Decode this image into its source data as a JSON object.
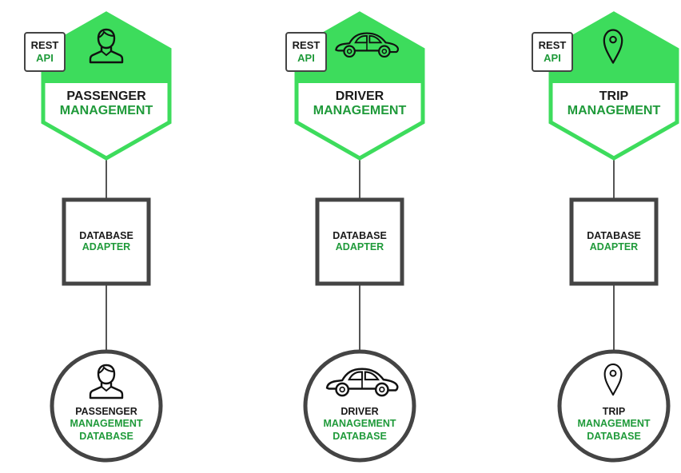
{
  "colors": {
    "green": "#3ddc5c",
    "dark_text": "#1a1a1a",
    "green_text": "#1f9a3a",
    "box_stroke": "#444444"
  },
  "services": [
    {
      "rest_label_1": "REST",
      "rest_label_2": "API",
      "hex_title_1": "PASSENGER",
      "hex_title_2": "MANAGEMENT",
      "adapter_1": "DATABASE",
      "adapter_2": "ADAPTER",
      "db_1": "PASSENGER",
      "db_2": "MANAGEMENT",
      "db_3": "DATABASE",
      "icon": "person-icon"
    },
    {
      "rest_label_1": "REST",
      "rest_label_2": "API",
      "hex_title_1": "DRIVER",
      "hex_title_2": "MANAGEMENT",
      "adapter_1": "DATABASE",
      "adapter_2": "ADAPTER",
      "db_1": "DRIVER",
      "db_2": "MANAGEMENT",
      "db_3": "DATABASE",
      "icon": "car-icon"
    },
    {
      "rest_label_1": "REST",
      "rest_label_2": "API",
      "hex_title_1": "TRIP",
      "hex_title_2": "MANAGEMENT",
      "adapter_1": "DATABASE",
      "adapter_2": "ADAPTER",
      "db_1": "TRIP",
      "db_2": "MANAGEMENT",
      "db_3": "DATABASE",
      "icon": "map-pin-icon"
    }
  ]
}
